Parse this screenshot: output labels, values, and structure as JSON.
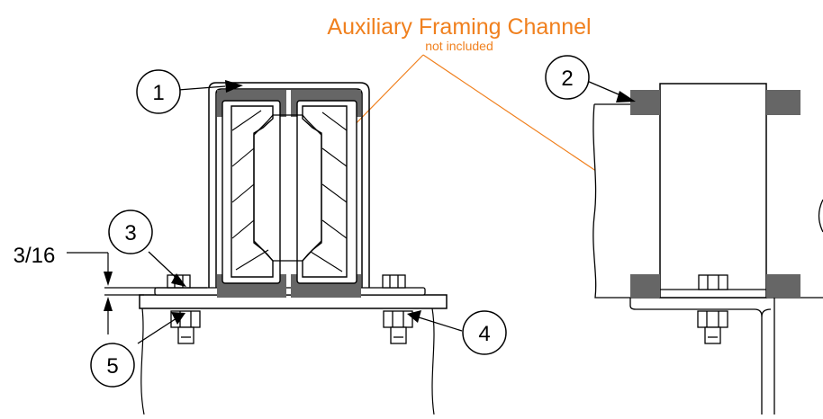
{
  "title": "Auxiliary Framing Channel",
  "subtitle": "not included",
  "dimension": "3/16",
  "callouts": [
    "1",
    "2",
    "3",
    "4",
    "5"
  ],
  "colors": {
    "accent": "#f0801e",
    "line": "#000000",
    "pad": "#666666",
    "background": "#ffffff"
  }
}
